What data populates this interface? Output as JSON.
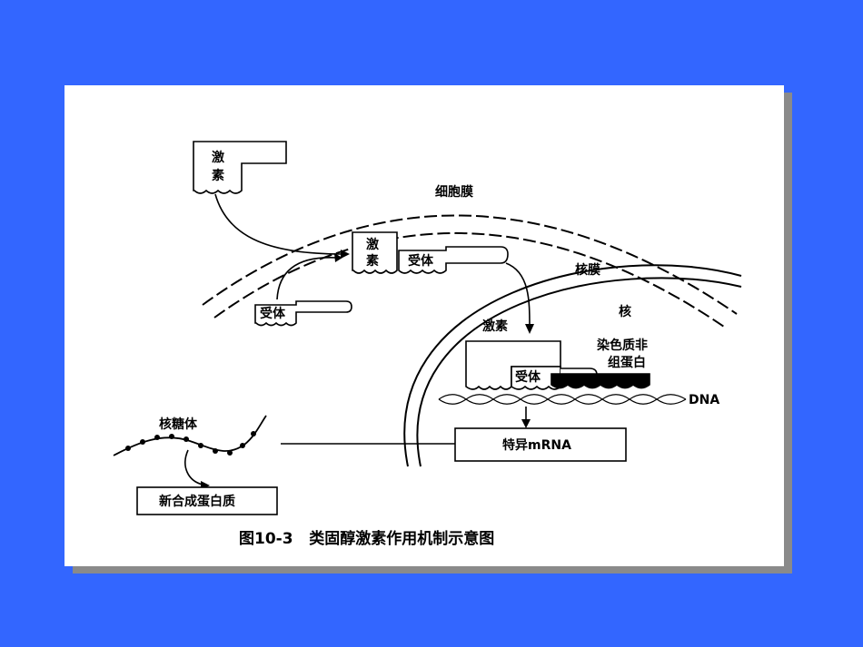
{
  "labels": {
    "hormone_outside": [
      "激",
      "素"
    ],
    "cell_membrane": "细胞膜",
    "hormone_complex": [
      "激",
      "素"
    ],
    "receptor_complex": "受体",
    "receptor_free": "受体",
    "nuclear_membrane": "核膜",
    "nucleus": "核",
    "hormone_nucleus": "激素",
    "receptor_nucleus": "受体",
    "chromatin_protein": [
      "染色质非",
      "组蛋白"
    ],
    "dna": "DNA",
    "mrna": "特异mRNA",
    "ribosome": "核糖体",
    "new_protein": "新合成蛋白质"
  },
  "caption": "图10-3   类固醇激素作用机制示意图"
}
